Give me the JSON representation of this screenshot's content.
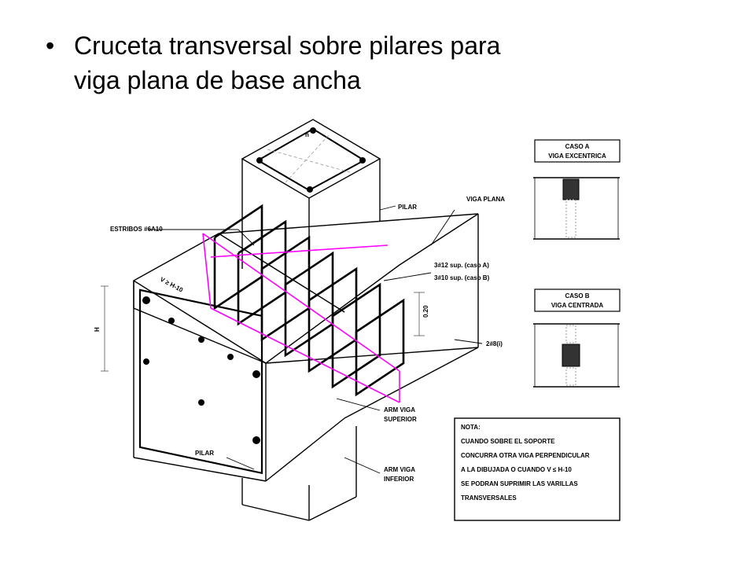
{
  "slide": {
    "bullet": "•",
    "text_line1": "Cruceta transversal sobre pilares para",
    "text_line2": "viga plana de base ancha"
  },
  "drawing": {
    "labels": {
      "estribos": "ESTRIBOS #6A10",
      "pilar_top": "PILAR",
      "viga_plana": "VIGA PLANA",
      "sup_a": "3#12 sup. (caso A)",
      "sup_b": "3#10 sup. (caso B)",
      "two_bars": "2#8(i)",
      "arm_sup_1": "ARM VIGA",
      "arm_sup_2": "SUPERIOR",
      "pilar_bottom": "PILAR",
      "arm_inf_1": "ARM VIGA",
      "arm_inf_2": "INFERIOR",
      "dim_v": "V ≥ H-10",
      "dim_h": "H",
      "dim_020": "0.20",
      "dim_top_n": "n"
    },
    "caso_a": {
      "line1": "CASO A",
      "line2": "VIGA EXCENTRICA"
    },
    "caso_b": {
      "line1": "CASO B",
      "line2": "VIGA CENTRADA"
    },
    "nota": [
      "NOTA:",
      "CUANDO SOBRE EL SOPORTE",
      "CONCURRA OTRA VIGA PERPENDICULAR",
      "A LA DIBUJADA O CUANDO V ≤ H-10",
      "SE PODRAN SUPRIMIR LAS VARILLAS",
      "TRANSVERSALES"
    ],
    "colors": {
      "line": "#000000",
      "magenta": "#ff00ff",
      "grey": "#888888"
    }
  }
}
